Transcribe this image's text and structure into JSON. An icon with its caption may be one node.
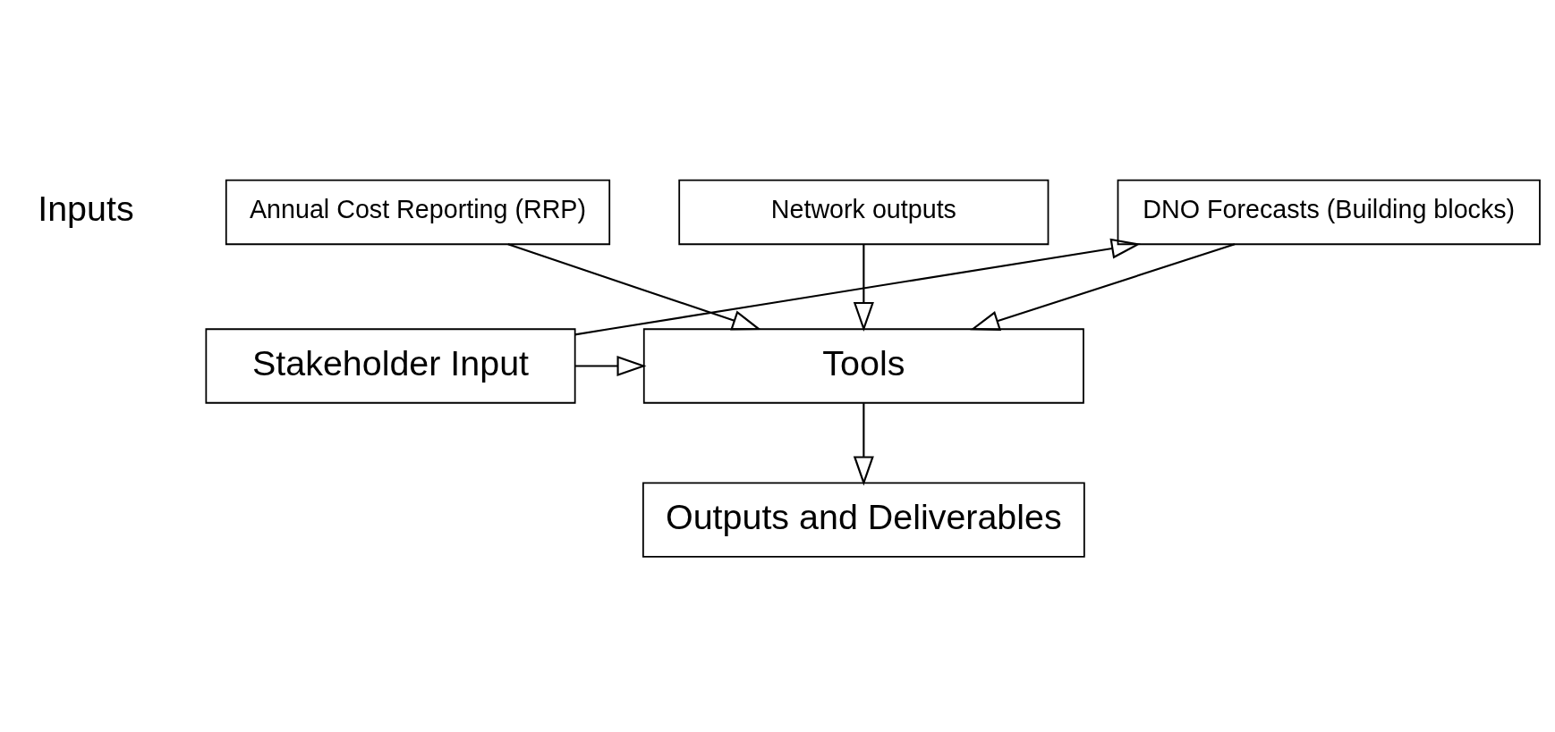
{
  "diagram": {
    "nodes": [
      {
        "text": [
          "Annual Cost Reporting (RRP)"
        ]
      },
      {
        "text": [
          "Network outputs"
        ]
      },
      {
        "text": [
          "DNO Forecasts (Building blocks)"
        ]
      },
      {
        "text": [
          "Tools"
        ]
      },
      {
        "text": [
          "Stakeholder Input"
        ]
      },
      {
        "text": [
          "Outputs and Deliverables"
        ]
      }
    ],
    "edges": [
      {
        "from": 0,
        "to": 3,
        "arrow": "to"
      },
      {
        "from": 1,
        "to": 3,
        "arrow": "to"
      },
      {
        "from": 2,
        "to": 3,
        "arrow": "to"
      },
      {
        "from": 4,
        "to": 2,
        "arrow": "to"
      },
      {
        "from": 4,
        "to": 3,
        "arrow": "to"
      },
      {
        "from": 3,
        "to": 5,
        "arrow": "to"
      }
    ],
    "labels": [
      "Inputs"
    ]
  }
}
